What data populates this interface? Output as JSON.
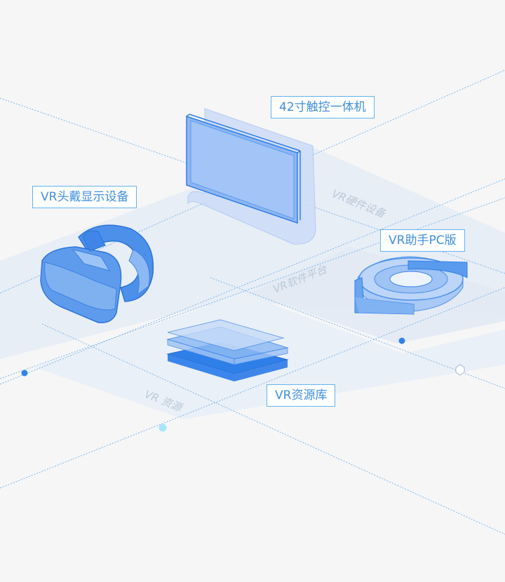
{
  "devices": {
    "touch_screen": "42寸触控一体机",
    "vr_headset": "VR头戴显示设备",
    "vr_assistant": "VR助手PC版",
    "vr_resource": "VR资源库"
  },
  "plane_labels": {
    "hardware": "VR硬件设备",
    "software": "VR软件平台",
    "resource": "VR 资源"
  },
  "colors": {
    "background": "#f6f6f7",
    "accent": "#3f8fdc",
    "label_border": "#63b3ee",
    "object_fill": "#8bb9f2",
    "object_dark": "#3a86ec",
    "plane_fill": "#e7edf5"
  }
}
